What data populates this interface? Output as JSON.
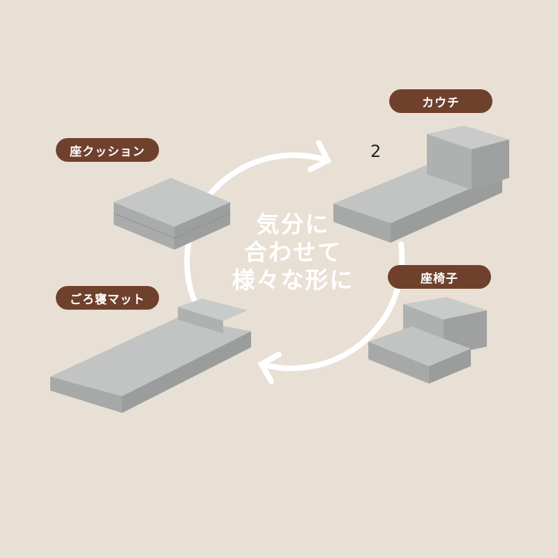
{
  "labels": {
    "zacushion": "座クッション",
    "couch": "カウチ",
    "zaisu": "座椅子",
    "gorone": "ごろ寝マット"
  },
  "step_number": "2",
  "center": {
    "line1": "気分に",
    "line2": "合わせて",
    "line3": "様々な形に"
  },
  "colors": {
    "background": "#e8e0d5",
    "pill": "#6f412c",
    "fabric": "#b9bcba",
    "arrow": "#ffffff"
  }
}
